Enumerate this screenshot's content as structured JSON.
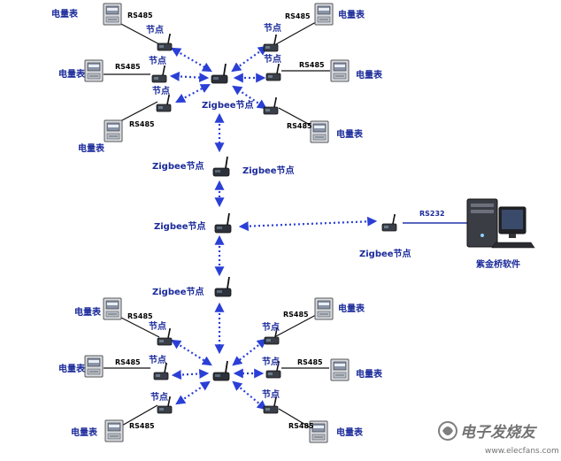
{
  "labels": {
    "meter": "电量表",
    "node": "节点",
    "zigbee_node": "Zigbee节点",
    "rs485": "RS485",
    "rs232": "RS232",
    "software": "紫金桥软件"
  },
  "watermark": {
    "brand": "电子发烧友",
    "url": "www.elecfans.com"
  },
  "colors": {
    "arrow": "#2a3fd6",
    "label": "#1a2a9a",
    "wire": "#111111",
    "rs232_wire": "#2233aa"
  },
  "icons": [
    "meter-icon",
    "zigbee-device-icon",
    "computer-icon",
    "antenna-icon"
  ]
}
